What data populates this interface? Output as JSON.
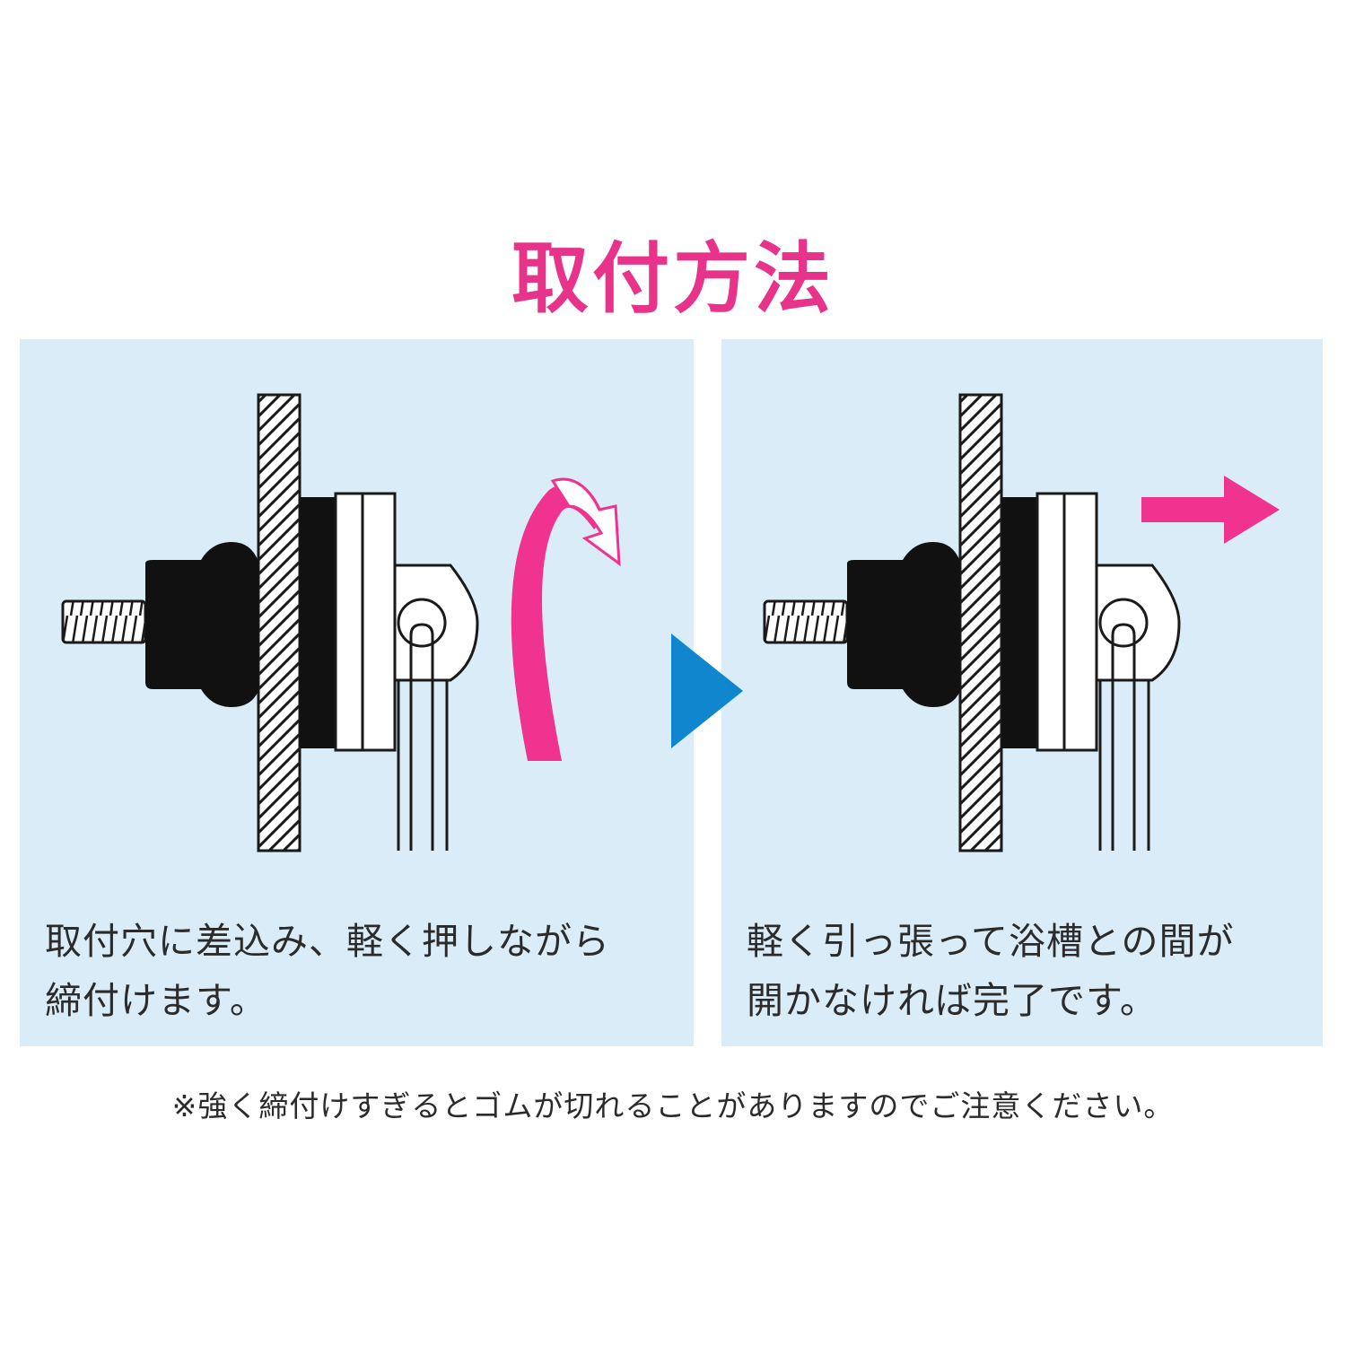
{
  "title": "取付方法",
  "colors": {
    "title": "#e8338a",
    "accent_pink": "#f0338f",
    "arrow_blue": "#0f86cd",
    "panel_bg": "#d9ecf7",
    "ink": "#1a1a1a"
  },
  "steps": [
    {
      "text_line1": "取付穴に差込み、軽く押しながら",
      "text_line2": "締付けます。",
      "action_icon": "rotate-arrow-icon"
    },
    {
      "text_line1": "軽く引っ張って浴槽との間が",
      "text_line2": "開かなければ完了です。",
      "action_icon": "pull-right-arrow-icon"
    }
  ],
  "step_separator_icon": "play-triangle-icon",
  "note": "※強く締付けすぎるとゴムが切れることがありますのでご注意ください。"
}
